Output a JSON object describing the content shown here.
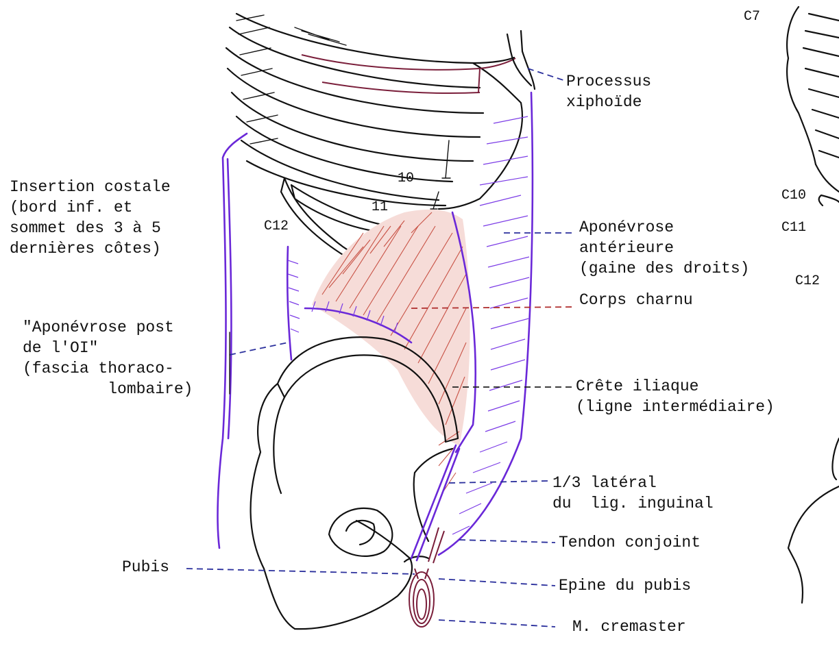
{
  "labels": {
    "processus_xiphoide": "Processus\nxiphoïde",
    "insertion_costale": "Insertion costale\n(bord inf. et\nsommet des 3 à 5\ndernières côtes)",
    "aponevrose_anterieure": "Aponévrose\nantérieure\n(gaine des droits)",
    "corps_charnu": "Corps charnu",
    "aponevrose_post": "\"Aponévrose post\nde l'OI\"\n(fascia thoraco-\n         lombaire)",
    "crete_iliaque": "Crête iliaque\n(ligne intermédiaire)",
    "lig_inguinal": "1/3 latéral\ndu  lig. inguinal",
    "tendon_conjoint": "Tendon conjoint",
    "pubis": "Pubis",
    "epine_pubis": "Epine du pubis",
    "cremaster": "M. cremaster"
  },
  "rib_numbers": {
    "r10": "10",
    "r11": "11"
  },
  "vertebra_labels": {
    "c7": "C7",
    "c10": "C10",
    "c11": "C11",
    "c12": "C12",
    "c12_left": "C12"
  },
  "colors": {
    "ink": "#111111",
    "aponeurosis": "#6a28d8",
    "muscle": "#c0392b",
    "cartilage": "#7a1e3a",
    "leader_blue": "#2a2f9c",
    "leader_red": "#b03030"
  }
}
